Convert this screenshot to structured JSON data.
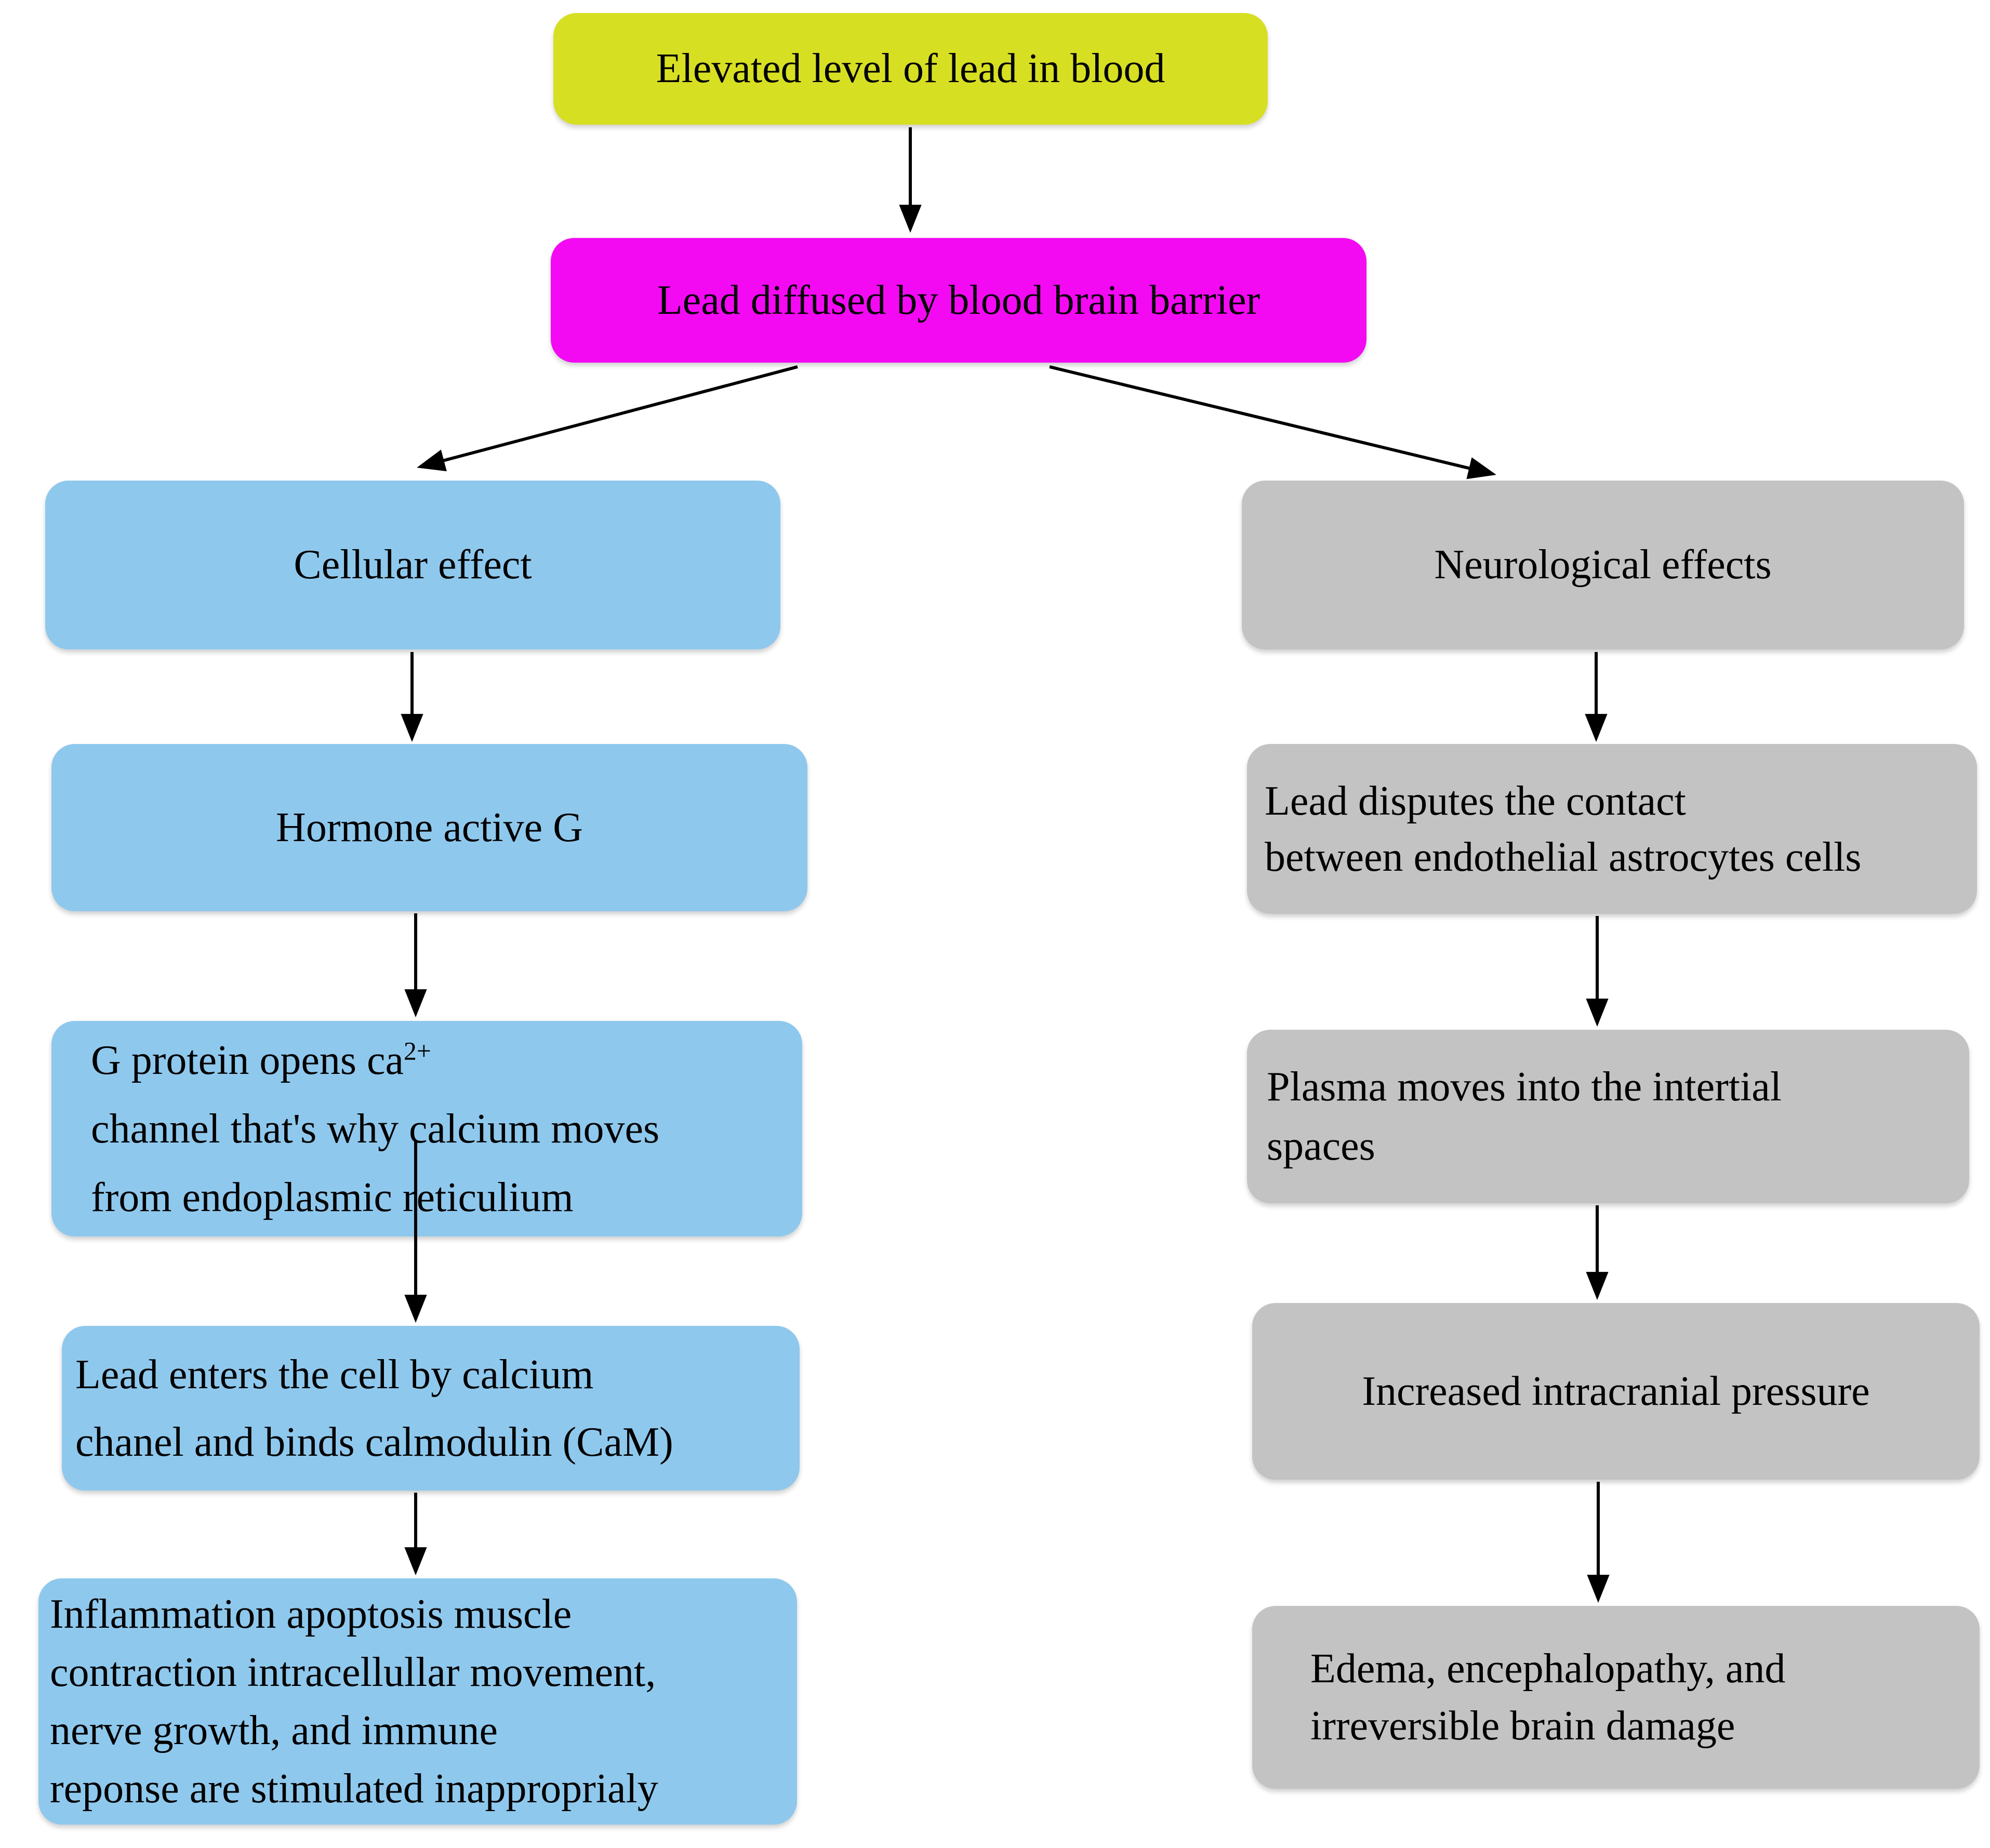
{
  "diagram_type": "flowchart",
  "colors": {
    "yellow": "#d7df23",
    "magenta": "#f30af3",
    "blue": "#8fc8ed",
    "gray": "#c3c3c3",
    "arrow": "#000000",
    "background": "#ffffff"
  },
  "nodes": {
    "elevated_lead": {
      "label": "Elevated level of lead in blood",
      "color_key": "yellow"
    },
    "lead_diffused": {
      "label": "Lead diffused by blood brain barrier",
      "color_key": "magenta"
    },
    "cellular_effect": {
      "label": "Cellular effect",
      "color_key": "blue"
    },
    "hormone_active_g": {
      "label": "Hormone active G",
      "color_key": "blue"
    },
    "g_protein": {
      "line1_text": "G protein opens ca",
      "line1_sup": "2+",
      "line2": "channel that's why calcium moves",
      "line3": "from endoplasmic reticulium",
      "color_key": "blue"
    },
    "lead_enters": {
      "line1": "Lead enters the cell by calcium",
      "line2": "chanel and binds calmodulin (CaM)",
      "color_key": "blue"
    },
    "inflammation": {
      "line1": "Inflammation apoptosis muscle",
      "line2": "contraction intracellullar movement,",
      "line3": "nerve growth, and immune",
      "line4": "reponse are stimulated inapproprialy",
      "color_key": "blue"
    },
    "neurological_effects": {
      "label": "Neurological effects",
      "color_key": "gray"
    },
    "lead_disputes": {
      "line1": "Lead disputes the contact",
      "line2": "between endothelial astrocytes cells",
      "color_key": "gray"
    },
    "plasma_moves": {
      "line1": "Plasma moves into the intertial",
      "line2": "spaces",
      "color_key": "gray"
    },
    "intracranial_pressure": {
      "label": "Increased intracranial pressure",
      "color_key": "gray"
    },
    "edema": {
      "line1": "Edema, encephalopathy, and",
      "line2": "irreversible brain damage",
      "color_key": "gray"
    }
  },
  "edges": [
    {
      "from": "elevated_lead",
      "to": "lead_diffused"
    },
    {
      "from": "lead_diffused",
      "to": "cellular_effect"
    },
    {
      "from": "lead_diffused",
      "to": "neurological_effects"
    },
    {
      "from": "cellular_effect",
      "to": "hormone_active_g"
    },
    {
      "from": "hormone_active_g",
      "to": "g_protein"
    },
    {
      "from": "g_protein",
      "to": "lead_enters"
    },
    {
      "from": "lead_enters",
      "to": "inflammation"
    },
    {
      "from": "neurological_effects",
      "to": "lead_disputes"
    },
    {
      "from": "lead_disputes",
      "to": "plasma_moves"
    },
    {
      "from": "plasma_moves",
      "to": "intracranial_pressure"
    },
    {
      "from": "intracranial_pressure",
      "to": "edema"
    }
  ]
}
